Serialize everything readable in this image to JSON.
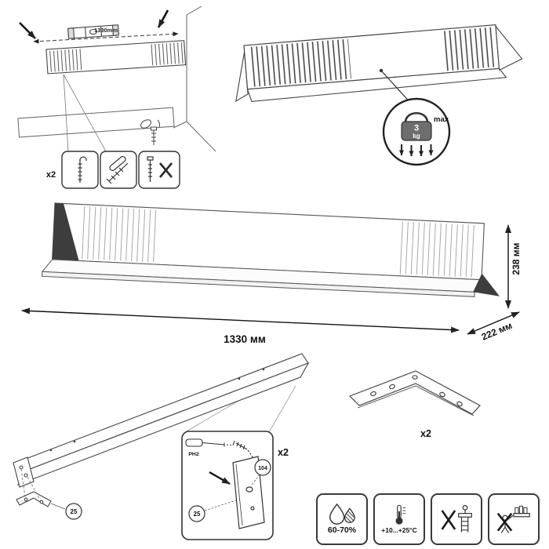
{
  "sections": {
    "wall_mounting": {
      "span_label": "1330mm",
      "hardware_qty_label": "x2"
    },
    "load_limit": {
      "weight_value": "3",
      "weight_unit": "kg",
      "max_label": "max"
    },
    "product": {
      "width_label": "1330 мм",
      "height_label": "238 мм",
      "depth_label": "222 мм"
    },
    "assembly": {
      "qty_label": "x2",
      "tool_label": "PH2",
      "screw_part_label": "104",
      "bracket_part_label": "25",
      "end_bracket_part_label": "25"
    },
    "bracket_part": {
      "qty_label": "x2"
    },
    "care": {
      "humidity_label": "60-70%",
      "temperature_label": "+10...+25°C"
    }
  },
  "icons": {
    "spirit_level": "level-tool-icon",
    "kettlebell": "weight-icon",
    "water_drops": "humidity-icon",
    "thermometer": "temperature-icon",
    "prohibition_left": "no-climbing-icon",
    "prohibition_right": "no-hanging-icon",
    "screwdriver": "ph2-screwdriver-icon",
    "hand": "hand-tighten-icon",
    "cross": "not-allowed-icon"
  },
  "colors": {
    "line": "#444444",
    "dark_fill": "#3d3d3d",
    "weight_fill": "#6e6e6e"
  }
}
